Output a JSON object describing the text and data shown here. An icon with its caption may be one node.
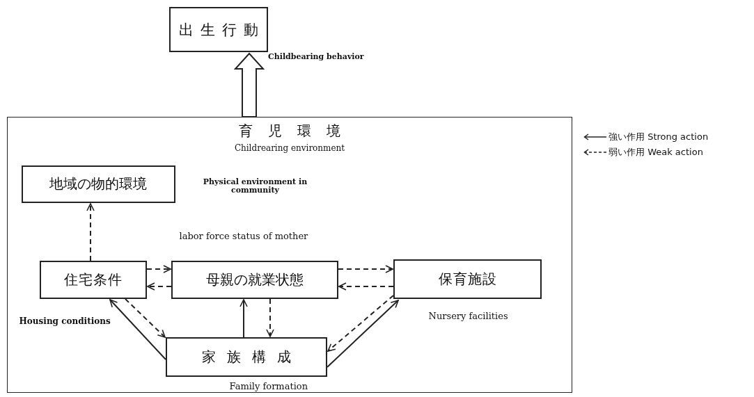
{
  "diagram": {
    "nodes": [
      {
        "text": [
          "出生行動"
        ],
        "beside": [
          "Childbearing behavior"
        ]
      },
      {
        "text": [
          "育児環境",
          "Childrearing environment"
        ]
      },
      {
        "text": [
          "地域の物的環境"
        ],
        "in": 1,
        "beside": [
          "Physical environment in community"
        ]
      },
      {
        "text": [
          "住宅条件"
        ],
        "in": 1,
        "beside": [
          "Housing conditions"
        ]
      },
      {
        "text": [
          "母親の就業状態"
        ],
        "in": 1,
        "beside": [
          "labor force status of mother"
        ]
      },
      {
        "text": [
          "保育施設"
        ],
        "in": 1,
        "beside": [
          "Nursery facilities"
        ]
      },
      {
        "text": [
          "家族構成"
        ],
        "in": 1,
        "beside": [
          "Family formation"
        ]
      }
    ],
    "edges": [
      {
        "from": 1,
        "to": 0,
        "arrow": "to",
        "style": "thick"
      },
      {
        "from": 3,
        "to": 2,
        "arrow": "to",
        "style": "dashed"
      },
      {
        "from": 3,
        "to": 4,
        "arrow": "to",
        "style": "dashed"
      },
      {
        "from": 4,
        "to": 3,
        "arrow": "to",
        "style": "dashed"
      },
      {
        "from": 4,
        "to": 5,
        "arrow": "to",
        "style": "dashed"
      },
      {
        "from": 5,
        "to": 4,
        "arrow": "to",
        "style": "dashed"
      },
      {
        "from": 6,
        "to": 3,
        "arrow": "to"
      },
      {
        "from": 3,
        "to": 6,
        "arrow": "to",
        "style": "dashed"
      },
      {
        "from": 6,
        "to": 4,
        "arrow": "to"
      },
      {
        "from": 4,
        "to": 6,
        "arrow": "to",
        "style": "dashed"
      },
      {
        "from": 6,
        "to": 5,
        "arrow": "to"
      },
      {
        "from": 5,
        "to": 6,
        "arrow": "to",
        "style": "dashed"
      }
    ],
    "legend": [
      {
        "text": "強い作用 Strong action"
      },
      {
        "text": "弱い作用 Weak action"
      }
    ]
  }
}
